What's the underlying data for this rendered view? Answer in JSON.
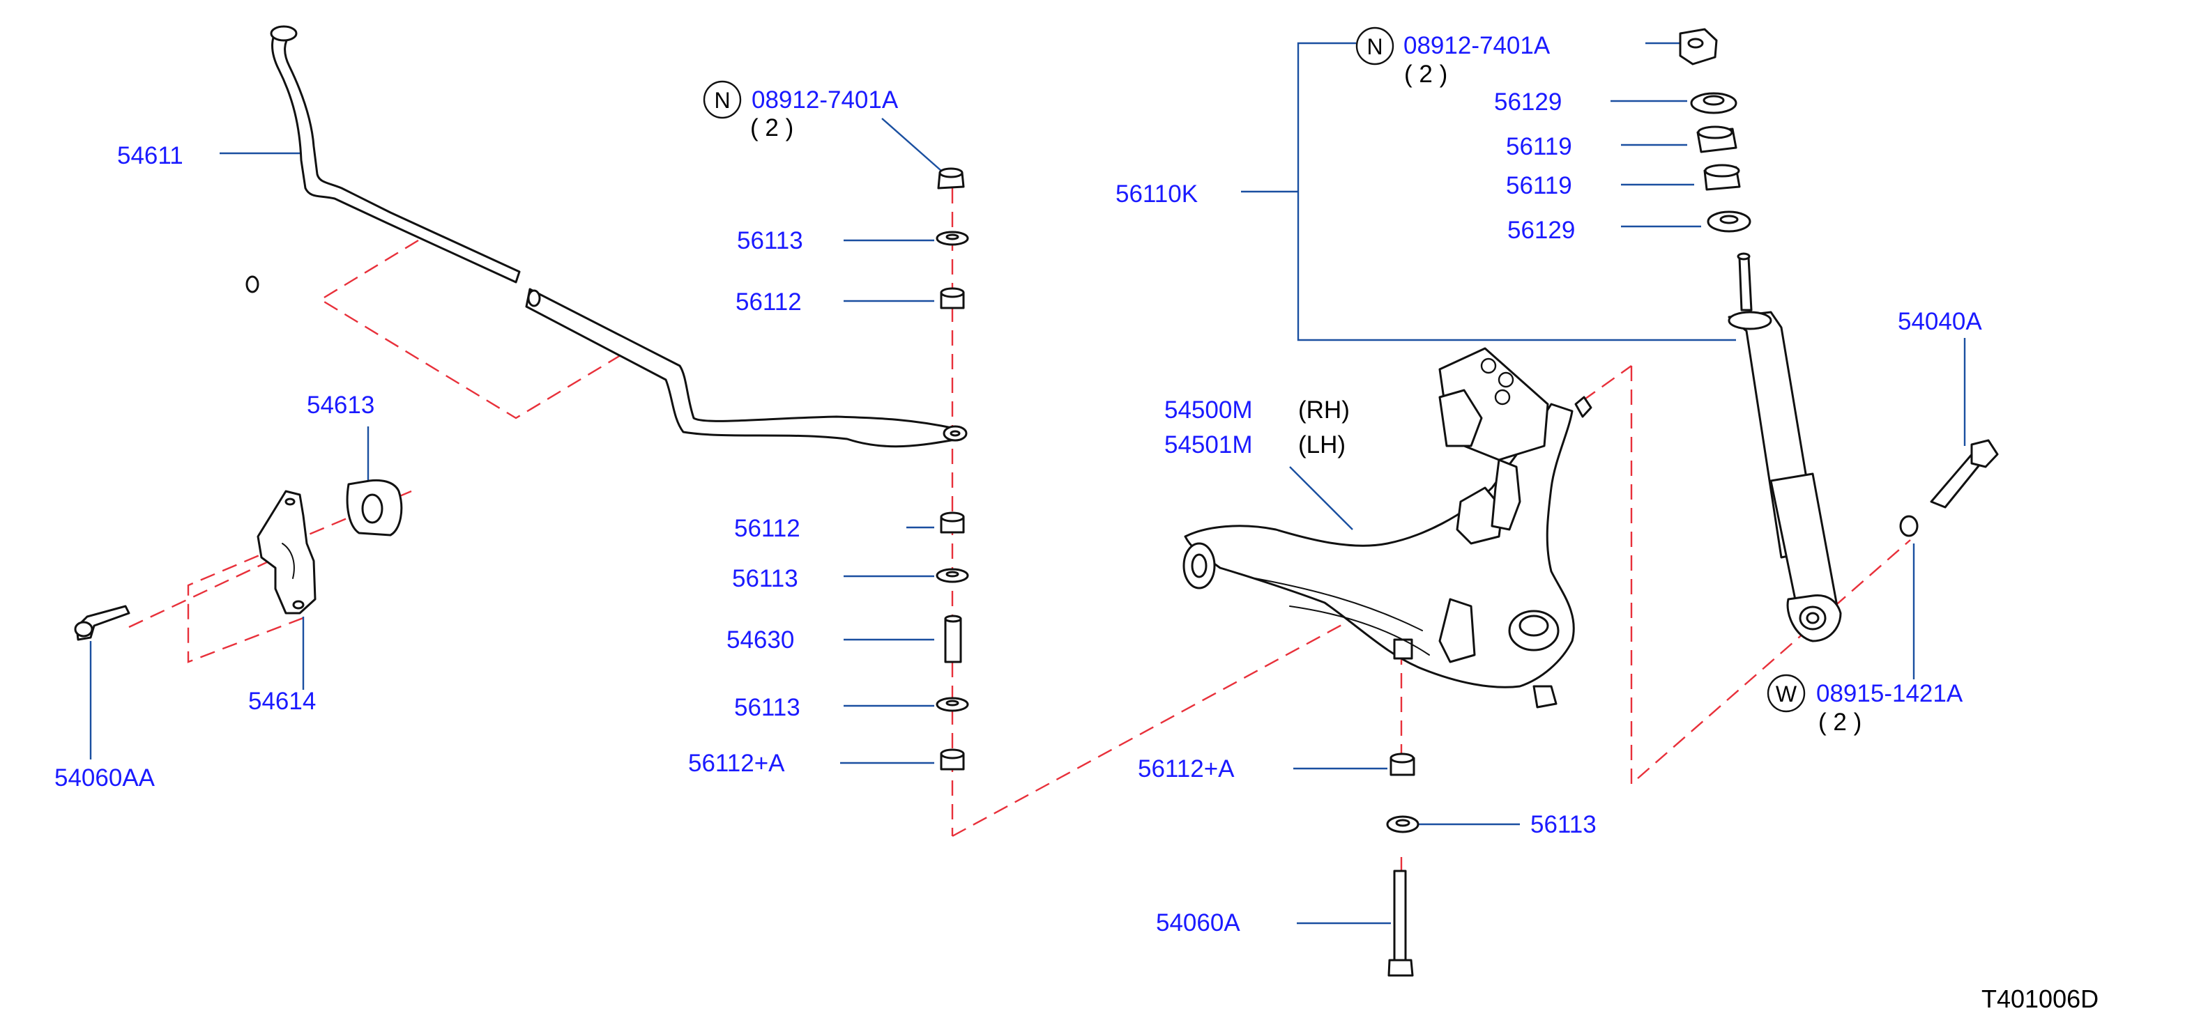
{
  "diagram": {
    "reference_code": "T401006D",
    "labels": {
      "p54611": "54611",
      "p54613": "54613",
      "p54614": "54614",
      "p54060AA": "54060AA",
      "n_left_code": "08912-7401A",
      "n_left_qty": "( 2 )",
      "p56113_top": "56113",
      "p56112_top": "56112",
      "p56112_mid": "56112",
      "p56113_mid": "56113",
      "p54630": "54630",
      "p56113_low": "56113",
      "p56112A_left": "56112+A",
      "n_right_code": "08912-7401A",
      "n_right_qty": "( 2 )",
      "p56129_top": "56129",
      "p56119_top": "56119",
      "p56119_low": "56119",
      "p56129_low": "56129",
      "p56110K": "56110K",
      "p54040A": "54040A",
      "p54500M": "54500M",
      "rh": "(RH)",
      "p54501M": "54501M",
      "lh": "(LH)",
      "w_code": "08915-1421A",
      "w_qty": "( 2 )",
      "p56112A_right": "56112+A",
      "p56113_right": "56113",
      "p54060A": "54060A"
    },
    "symbols": {
      "n_left": "N",
      "n_right": "N",
      "w": "W"
    },
    "colors": {
      "label": "#1a1aff",
      "leader": "#1a4fa0",
      "dash": "#e8303a"
    }
  }
}
